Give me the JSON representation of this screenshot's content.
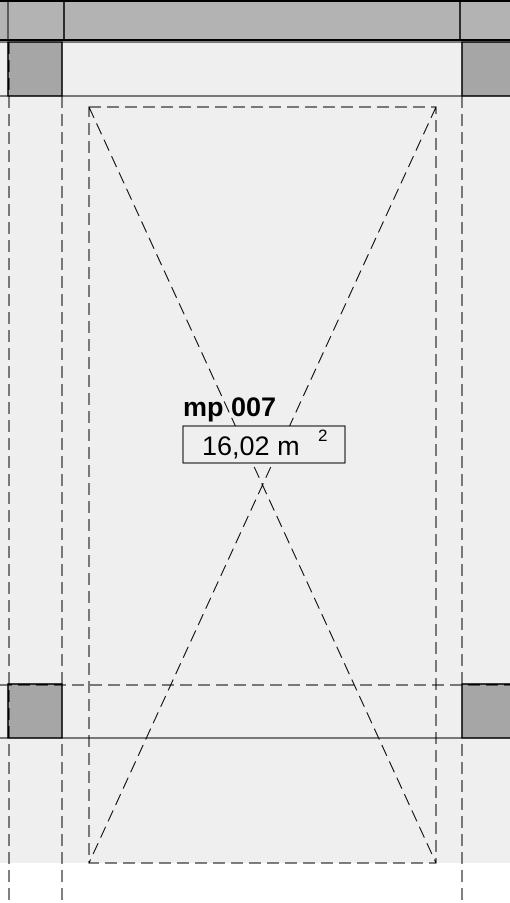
{
  "room": {
    "name": "mp 007",
    "area_value": "16,02 m",
    "area_superscript": "2"
  },
  "colors": {
    "floor_fill": "#efefef",
    "column_fill": "#a6a6a6",
    "beam_fill": "#b3b3b3",
    "line": "#000000",
    "background": "#ffffff"
  }
}
